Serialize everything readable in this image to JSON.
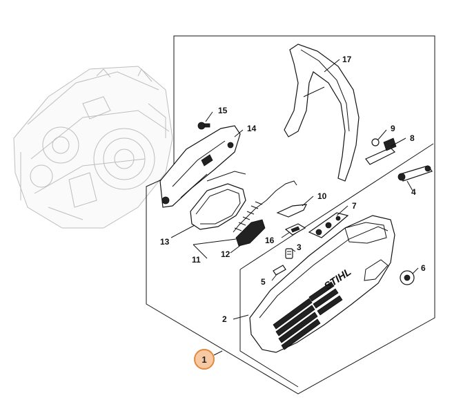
{
  "diagram": {
    "callouts": [
      {
        "id": "c1",
        "text": "1",
        "highlighted": true
      },
      {
        "id": "c2",
        "text": "2"
      },
      {
        "id": "c3",
        "text": "3"
      },
      {
        "id": "c4",
        "text": "4"
      },
      {
        "id": "c5",
        "text": "5"
      },
      {
        "id": "c6",
        "text": "6"
      },
      {
        "id": "c7",
        "text": "7"
      },
      {
        "id": "c8",
        "text": "8"
      },
      {
        "id": "c9",
        "text": "9"
      },
      {
        "id": "c10",
        "text": "10"
      },
      {
        "id": "c11",
        "text": "11"
      },
      {
        "id": "c12",
        "text": "12"
      },
      {
        "id": "c13",
        "text": "13"
      },
      {
        "id": "c14",
        "text": "14"
      },
      {
        "id": "c15",
        "text": "15"
      },
      {
        "id": "c16",
        "text": "16"
      },
      {
        "id": "c17",
        "text": "17"
      }
    ],
    "brand_text": "STIHL",
    "colors": {
      "line": "#111111",
      "ghost": "#bdbdbd",
      "highlight_fill": "#f6c9a3",
      "highlight_stroke": "#e2893e",
      "background": "#ffffff"
    }
  }
}
